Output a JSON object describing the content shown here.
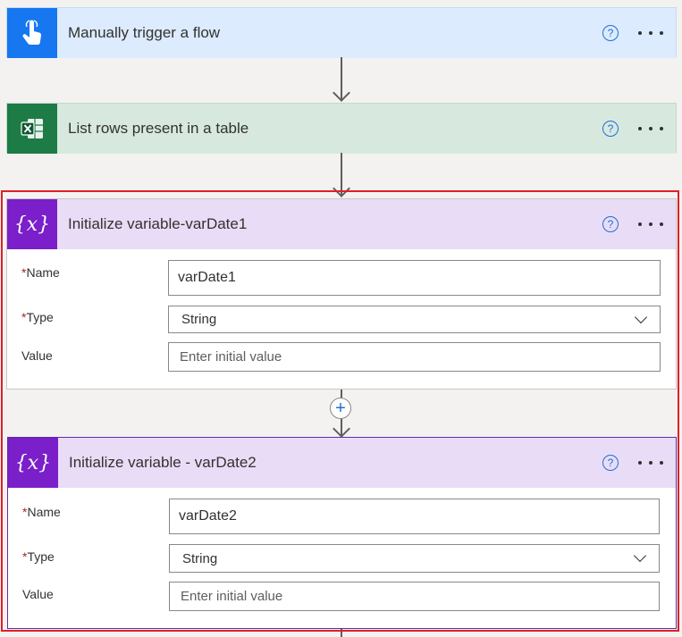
{
  "colors": {
    "trigger_icon_bg": "#1677f0",
    "trigger_header_bg": "#dcebfd",
    "excel_icon_bg": "#1d7b46",
    "excel_header_bg": "#d7e9df",
    "variable_icon_bg": "#7a1fc9",
    "variable_header_bg": "#e9dcf6",
    "selection_border": "#e01f27",
    "help_icon": "#1f6fd6"
  },
  "steps": [
    {
      "title": "Manually trigger a flow",
      "icon": "touch-hand-icon"
    },
    {
      "title": "List rows present in a table",
      "icon": "excel-icon"
    },
    {
      "title": "Initialize variable-varDate1",
      "icon": "variable-icon",
      "icon_text": "{x}",
      "fields": {
        "name_label": "Name",
        "name_value": "varDate1",
        "type_label": "Type",
        "type_value": "String",
        "value_label": "Value",
        "value_placeholder": "Enter initial value"
      }
    },
    {
      "title": "Initialize variable - varDate2",
      "icon": "variable-icon",
      "icon_text": "{x}",
      "fields": {
        "name_label": "Name",
        "name_value": "varDate2",
        "type_label": "Type",
        "type_value": "String",
        "value_label": "Value",
        "value_placeholder": "Enter initial value"
      }
    }
  ],
  "common": {
    "help_glyph": "?",
    "required_mark": "*",
    "add_glyph": "+"
  }
}
